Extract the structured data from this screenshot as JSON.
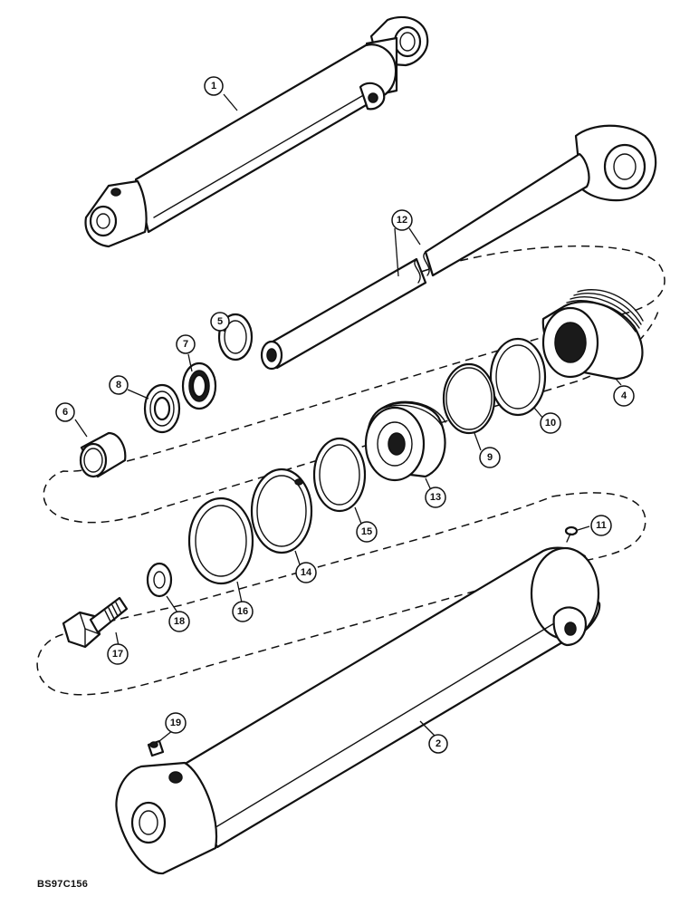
{
  "figure_code": "BS97C156",
  "callouts": {
    "c1": "1",
    "c2": "2",
    "c4": "4",
    "c5": "5",
    "c6": "6",
    "c7": "7",
    "c8": "8",
    "c9": "9",
    "c10": "10",
    "c11": "11",
    "c12": "12",
    "c13": "13",
    "c14": "14",
    "c15": "15",
    "c16": "16",
    "c17": "17",
    "c18": "18",
    "c19": "19"
  }
}
